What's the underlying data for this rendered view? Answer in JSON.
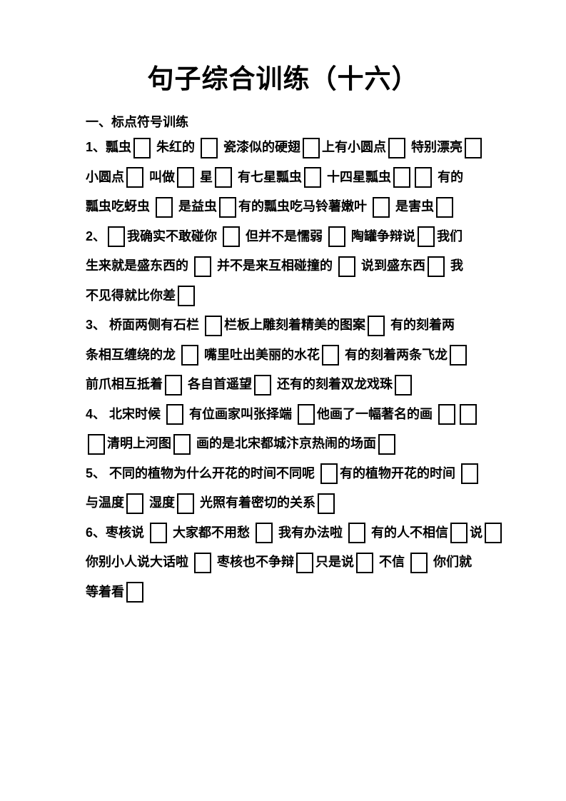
{
  "page": {
    "title": "句子综合训练（十六）",
    "section_heading": "一、标点符号训练"
  },
  "colors": {
    "text": "#000000",
    "background": "#ffffff",
    "box_border": "#000000"
  },
  "exercise": {
    "items": [
      {
        "number": "1",
        "lines": [
          [
            {
              "type": "text",
              "value": "1、瓢虫"
            },
            {
              "type": "box"
            },
            {
              "type": "text",
              "value": " 朱红的 "
            },
            {
              "type": "box"
            },
            {
              "type": "text",
              "value": " 瓷漆似的硬翅"
            },
            {
              "type": "box"
            },
            {
              "type": "text",
              "value": "上有小圆点"
            },
            {
              "type": "box"
            },
            {
              "type": "text",
              "value": " 特别漂亮"
            },
            {
              "type": "box"
            }
          ],
          [
            {
              "type": "text",
              "value": "小圆点"
            },
            {
              "type": "box"
            },
            {
              "type": "text",
              "value": " 叫做"
            },
            {
              "type": "box"
            },
            {
              "type": "text",
              "value": " 星"
            },
            {
              "type": "box"
            },
            {
              "type": "text",
              "value": " 有七星瓢虫"
            },
            {
              "type": "box"
            },
            {
              "type": "text",
              "value": " 十四星瓢虫"
            },
            {
              "type": "box"
            },
            {
              "type": "box"
            },
            {
              "type": "text",
              "value": " 有的"
            }
          ],
          [
            {
              "type": "text",
              "value": "瓢虫吃蚜虫 "
            },
            {
              "type": "box"
            },
            {
              "type": "text",
              "value": " 是益虫"
            },
            {
              "type": "box"
            },
            {
              "type": "text",
              "value": "有的瓢虫吃马铃薯嫩叶 "
            },
            {
              "type": "box"
            },
            {
              "type": "text",
              "value": " 是害虫"
            },
            {
              "type": "box"
            }
          ]
        ]
      },
      {
        "number": "2",
        "lines": [
          [
            {
              "type": "text",
              "value": "2、"
            },
            {
              "type": "box"
            },
            {
              "type": "text",
              "value": "我确实不敢碰你 "
            },
            {
              "type": "box"
            },
            {
              "type": "text",
              "value": " 但并不是懦弱 "
            },
            {
              "type": "box"
            },
            {
              "type": "text",
              "value": " 陶罐争辩说"
            },
            {
              "type": "box"
            },
            {
              "type": "text",
              "value": "我们"
            }
          ],
          [
            {
              "type": "text",
              "value": "生来就是盛东西的 "
            },
            {
              "type": "box"
            },
            {
              "type": "text",
              "value": " 并不是来互相碰撞的 "
            },
            {
              "type": "box"
            },
            {
              "type": "text",
              "value": " 说到盛东西"
            },
            {
              "type": "box"
            },
            {
              "type": "text",
              "value": " 我"
            }
          ],
          [
            {
              "type": "text",
              "value": "不见得就比你差"
            },
            {
              "type": "box"
            }
          ]
        ]
      },
      {
        "number": "3",
        "lines": [
          [
            {
              "type": "text",
              "value": "3、 桥面两侧有石栏 "
            },
            {
              "type": "box"
            },
            {
              "type": "text",
              "value": "栏板上雕刻着精美的图案"
            },
            {
              "type": "box"
            },
            {
              "type": "text",
              "value": " 有的刻着两"
            }
          ],
          [
            {
              "type": "text",
              "value": "条相互缠绕的龙 "
            },
            {
              "type": "box"
            },
            {
              "type": "text",
              "value": " 嘴里吐出美丽的水花"
            },
            {
              "type": "box"
            },
            {
              "type": "text",
              "value": " 有的刻着两条飞龙"
            },
            {
              "type": "box"
            }
          ],
          [
            {
              "type": "text",
              "value": "前爪相互抵着"
            },
            {
              "type": "box"
            },
            {
              "type": "text",
              "value": " 各自首遥望"
            },
            {
              "type": "box"
            },
            {
              "type": "text",
              "value": " 还有的刻着双龙戏珠"
            },
            {
              "type": "box"
            }
          ]
        ]
      },
      {
        "number": "4",
        "lines": [
          [
            {
              "type": "text",
              "value": "4、 北宋时候 "
            },
            {
              "type": "box"
            },
            {
              "type": "text",
              "value": " 有位画家叫张择端 "
            },
            {
              "type": "box"
            },
            {
              "type": "text",
              "value": "他画了一幅著名的画 "
            },
            {
              "type": "box"
            },
            {
              "type": "box"
            }
          ],
          [
            {
              "type": "box"
            },
            {
              "type": "text",
              "value": "清明上河图"
            },
            {
              "type": "box"
            },
            {
              "type": "text",
              "value": " 画的是北宋都城汴京热闹的场面"
            },
            {
              "type": "box"
            }
          ]
        ]
      },
      {
        "number": "5",
        "lines": [
          [
            {
              "type": "text",
              "value": "5、 不同的植物为什么开花的时间不同呢 "
            },
            {
              "type": "box"
            },
            {
              "type": "text",
              "value": "有的植物开花的时间 "
            },
            {
              "type": "box"
            }
          ],
          [
            {
              "type": "text",
              "value": "与温度"
            },
            {
              "type": "box"
            },
            {
              "type": "text",
              "value": " 湿度"
            },
            {
              "type": "box"
            },
            {
              "type": "text",
              "value": " 光照有着密切的关系"
            },
            {
              "type": "box"
            }
          ]
        ]
      },
      {
        "number": "6",
        "lines": [
          [
            {
              "type": "text",
              "value": "6、枣核说 "
            },
            {
              "type": "box"
            },
            {
              "type": "text",
              "value": " 大家都不用愁 "
            },
            {
              "type": "box"
            },
            {
              "type": "text",
              "value": " 我有办法啦 "
            },
            {
              "type": "box"
            },
            {
              "type": "text",
              "value": " 有的人不相信"
            },
            {
              "type": "box"
            },
            {
              "type": "text",
              "value": "说"
            },
            {
              "type": "box"
            }
          ],
          [
            {
              "type": "text",
              "value": "你别小人说大话啦 "
            },
            {
              "type": "box"
            },
            {
              "type": "text",
              "value": " 枣核也不争辩"
            },
            {
              "type": "box"
            },
            {
              "type": "text",
              "value": "只是说"
            },
            {
              "type": "box"
            },
            {
              "type": "text",
              "value": " 不信 "
            },
            {
              "type": "box"
            },
            {
              "type": "text",
              "value": " 你们就"
            }
          ],
          [
            {
              "type": "text",
              "value": "等着看"
            },
            {
              "type": "box"
            }
          ]
        ]
      }
    ]
  }
}
